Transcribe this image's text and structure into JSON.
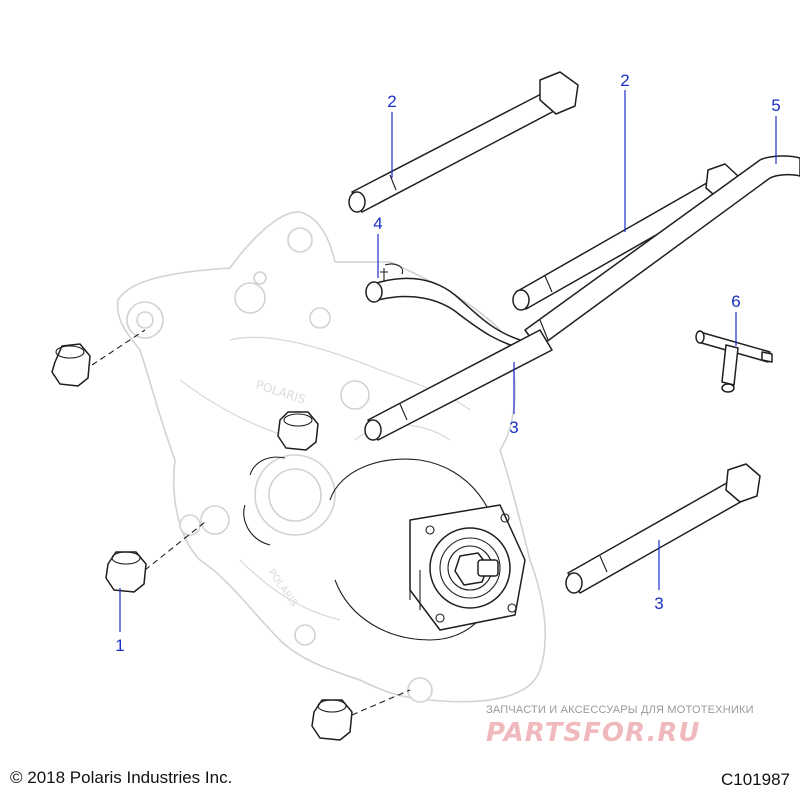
{
  "callouts": [
    "2",
    "2",
    "5",
    "4",
    "6",
    "3",
    "3",
    "1"
  ],
  "footer": {
    "copyright": "© 2018 Polaris Industries Inc.",
    "figure_code": "C101987"
  },
  "watermark": {
    "tagline": "ЗАПЧАСТИ И АКСЕССУАРЫ ДЛЯ МОТОТЕХНИКИ",
    "brand": "PARTSFOR.RU"
  },
  "colors": {
    "callout": "#1a2fc8",
    "watermark": "#f0b9bd"
  }
}
